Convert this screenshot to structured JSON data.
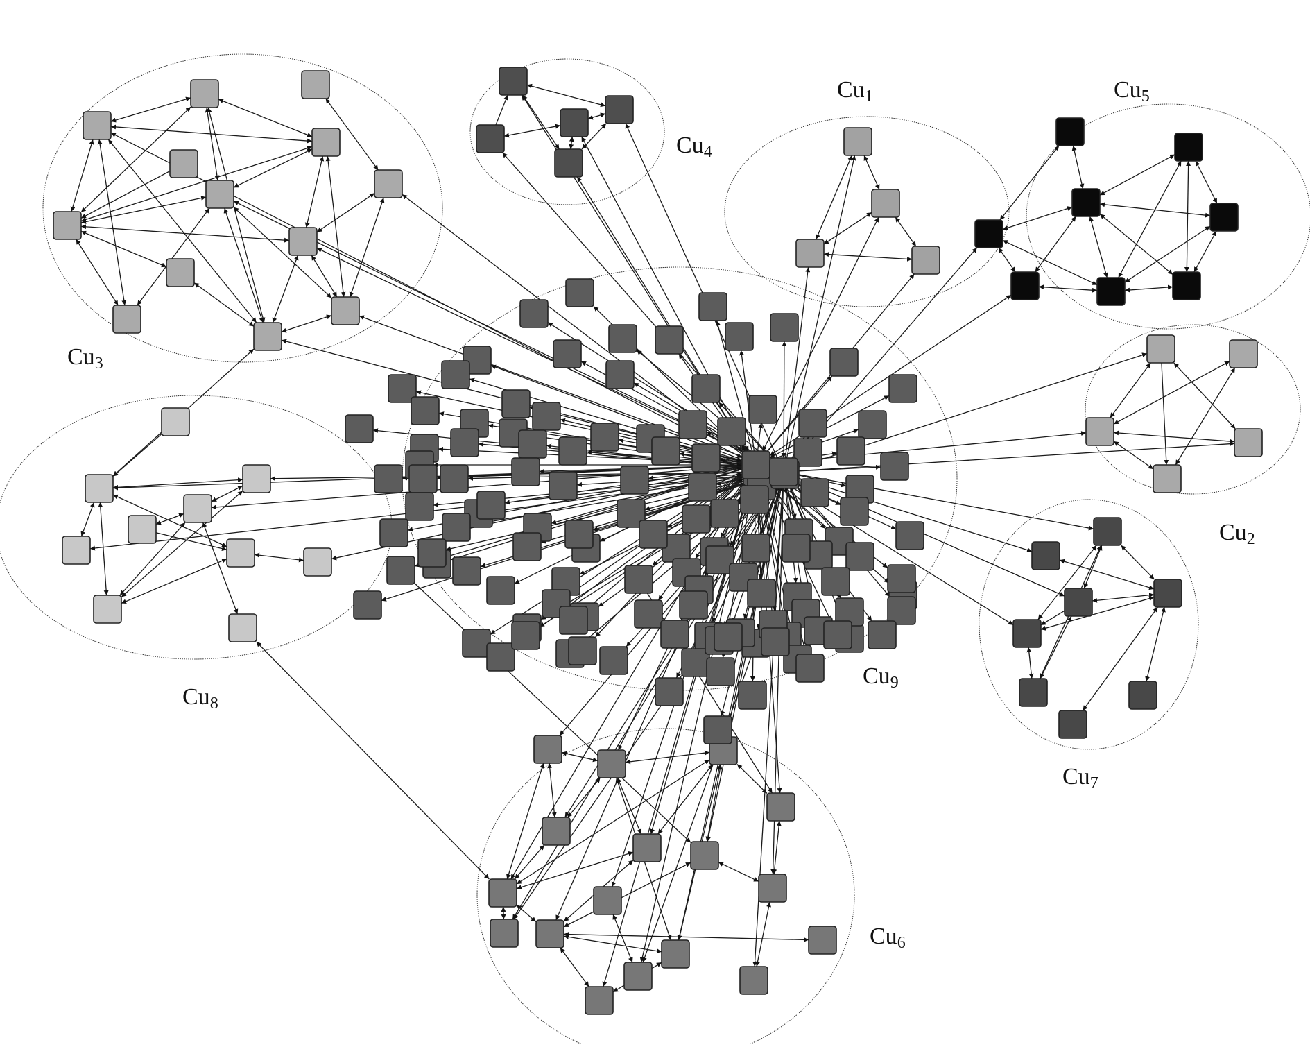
{
  "diagram": {
    "type": "directed-network",
    "clusters": [
      {
        "id": "Cu1",
        "label_main": "Cu",
        "label_sub": "1",
        "node_color": "#a2a2a2"
      },
      {
        "id": "Cu2",
        "label_main": "Cu",
        "label_sub": "2",
        "node_color": "#a9a9a9"
      },
      {
        "id": "Cu3",
        "label_main": "Cu",
        "label_sub": "3",
        "node_color": "#aaaaaa"
      },
      {
        "id": "Cu4",
        "label_main": "Cu",
        "label_sub": "4",
        "node_color": "#4e4e4e"
      },
      {
        "id": "Cu5",
        "label_main": "Cu",
        "label_sub": "5",
        "node_color": "#0a0a0a"
      },
      {
        "id": "Cu6",
        "label_main": "Cu",
        "label_sub": "6",
        "node_color": "#777777"
      },
      {
        "id": "Cu7",
        "label_main": "Cu",
        "label_sub": "7",
        "node_color": "#484848"
      },
      {
        "id": "Cu8",
        "label_main": "Cu",
        "label_sub": "8",
        "node_color": "#c8c8c8"
      },
      {
        "id": "Cu9",
        "label_main": "Cu",
        "label_sub": "9",
        "node_color": "#5c5c5c"
      }
    ]
  }
}
